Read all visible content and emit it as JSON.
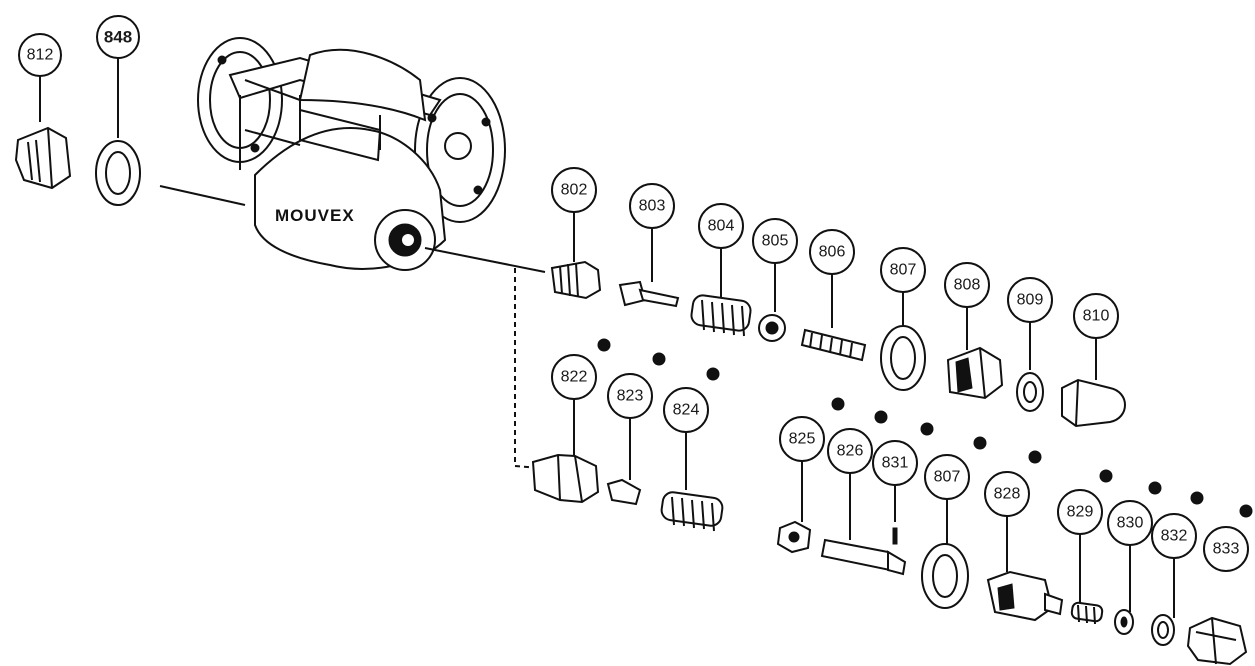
{
  "brand": "MOUVEX",
  "callouts": [
    {
      "id": "812",
      "bold": false
    },
    {
      "id": "848",
      "bold": true
    },
    {
      "id": "802",
      "bold": false
    },
    {
      "id": "803",
      "bold": false
    },
    {
      "id": "804",
      "bold": false
    },
    {
      "id": "805",
      "bold": false
    },
    {
      "id": "806",
      "bold": false
    },
    {
      "id": "807",
      "bold": false
    },
    {
      "id": "808",
      "bold": false
    },
    {
      "id": "809",
      "bold": false
    },
    {
      "id": "810",
      "bold": false
    },
    {
      "id": "822",
      "bold": false
    },
    {
      "id": "823",
      "bold": false
    },
    {
      "id": "824",
      "bold": false
    },
    {
      "id": "825",
      "bold": false
    },
    {
      "id": "826",
      "bold": false
    },
    {
      "id": "831",
      "bold": false
    },
    {
      "id": "807",
      "bold": false
    },
    {
      "id": "828",
      "bold": false
    },
    {
      "id": "829",
      "bold": false
    },
    {
      "id": "830",
      "bold": false
    },
    {
      "id": "832",
      "bold": false
    },
    {
      "id": "833",
      "bold": false
    }
  ]
}
